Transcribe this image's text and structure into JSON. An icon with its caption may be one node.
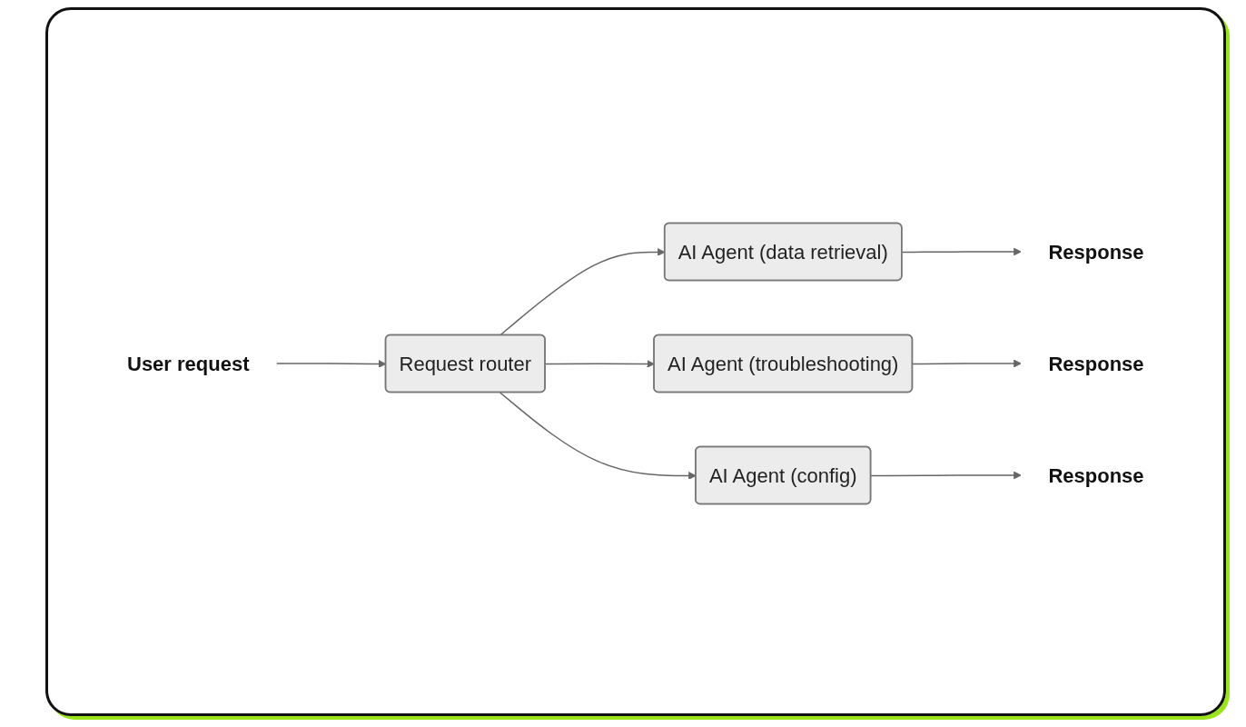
{
  "diagram": {
    "nodes": [
      {
        "text": [
          "User request"
        ]
      },
      {
        "text": [
          "Request router"
        ]
      },
      {
        "text": [
          "AI Agent (data retrieval)"
        ]
      },
      {
        "text": [
          "AI Agent (troubleshooting)"
        ]
      },
      {
        "text": [
          "AI Agent (config)"
        ]
      },
      {
        "text": [
          "Response"
        ]
      },
      {
        "text": [
          "Response"
        ]
      },
      {
        "text": [
          "Response"
        ]
      }
    ],
    "edges": [
      {
        "from": 0,
        "to": 1,
        "arrow": "to"
      },
      {
        "from": 1,
        "to": 2,
        "arrow": "to"
      },
      {
        "from": 1,
        "to": 3,
        "arrow": "to"
      },
      {
        "from": 1,
        "to": 4,
        "arrow": "to"
      },
      {
        "from": 2,
        "to": 5,
        "arrow": "to"
      },
      {
        "from": 3,
        "to": 6,
        "arrow": "to"
      },
      {
        "from": 4,
        "to": 7,
        "arrow": "to"
      }
    ]
  }
}
